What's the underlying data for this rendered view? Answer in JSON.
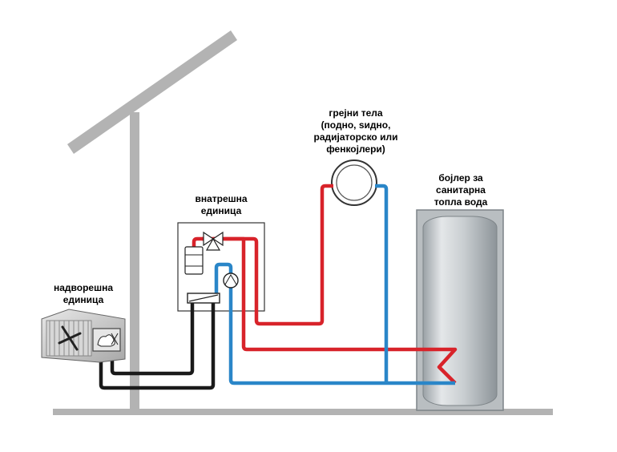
{
  "labels": {
    "outdoor_unit": [
      "надворешна",
      "единица"
    ],
    "indoor_unit": [
      "внатрешна",
      "единица"
    ],
    "heating_bodies": [
      "грејни тела",
      "(подно, ѕидно,",
      "радијаторско или",
      "фенкојлери)"
    ],
    "boiler": [
      "бојлер за",
      "санитарна",
      "топла вода"
    ]
  },
  "colors": {
    "supply_pipe": "#d8232a",
    "return_pipe": "#2a86c8",
    "refrigerant_pipe": "#1a1a1a",
    "structure": "#b3b3b3",
    "boiler_fill": "#c4c9cc"
  },
  "icons": {
    "outdoor_unit": "fan-unit-icon",
    "indoor_unit": "heat-pump-indoor-icon",
    "heater": "radiator-ring-icon",
    "valve": "three-way-valve-icon",
    "pump": "circulation-pump-icon",
    "exchanger": "plate-heat-exchanger-icon",
    "tank": "water-tank-icon"
  }
}
